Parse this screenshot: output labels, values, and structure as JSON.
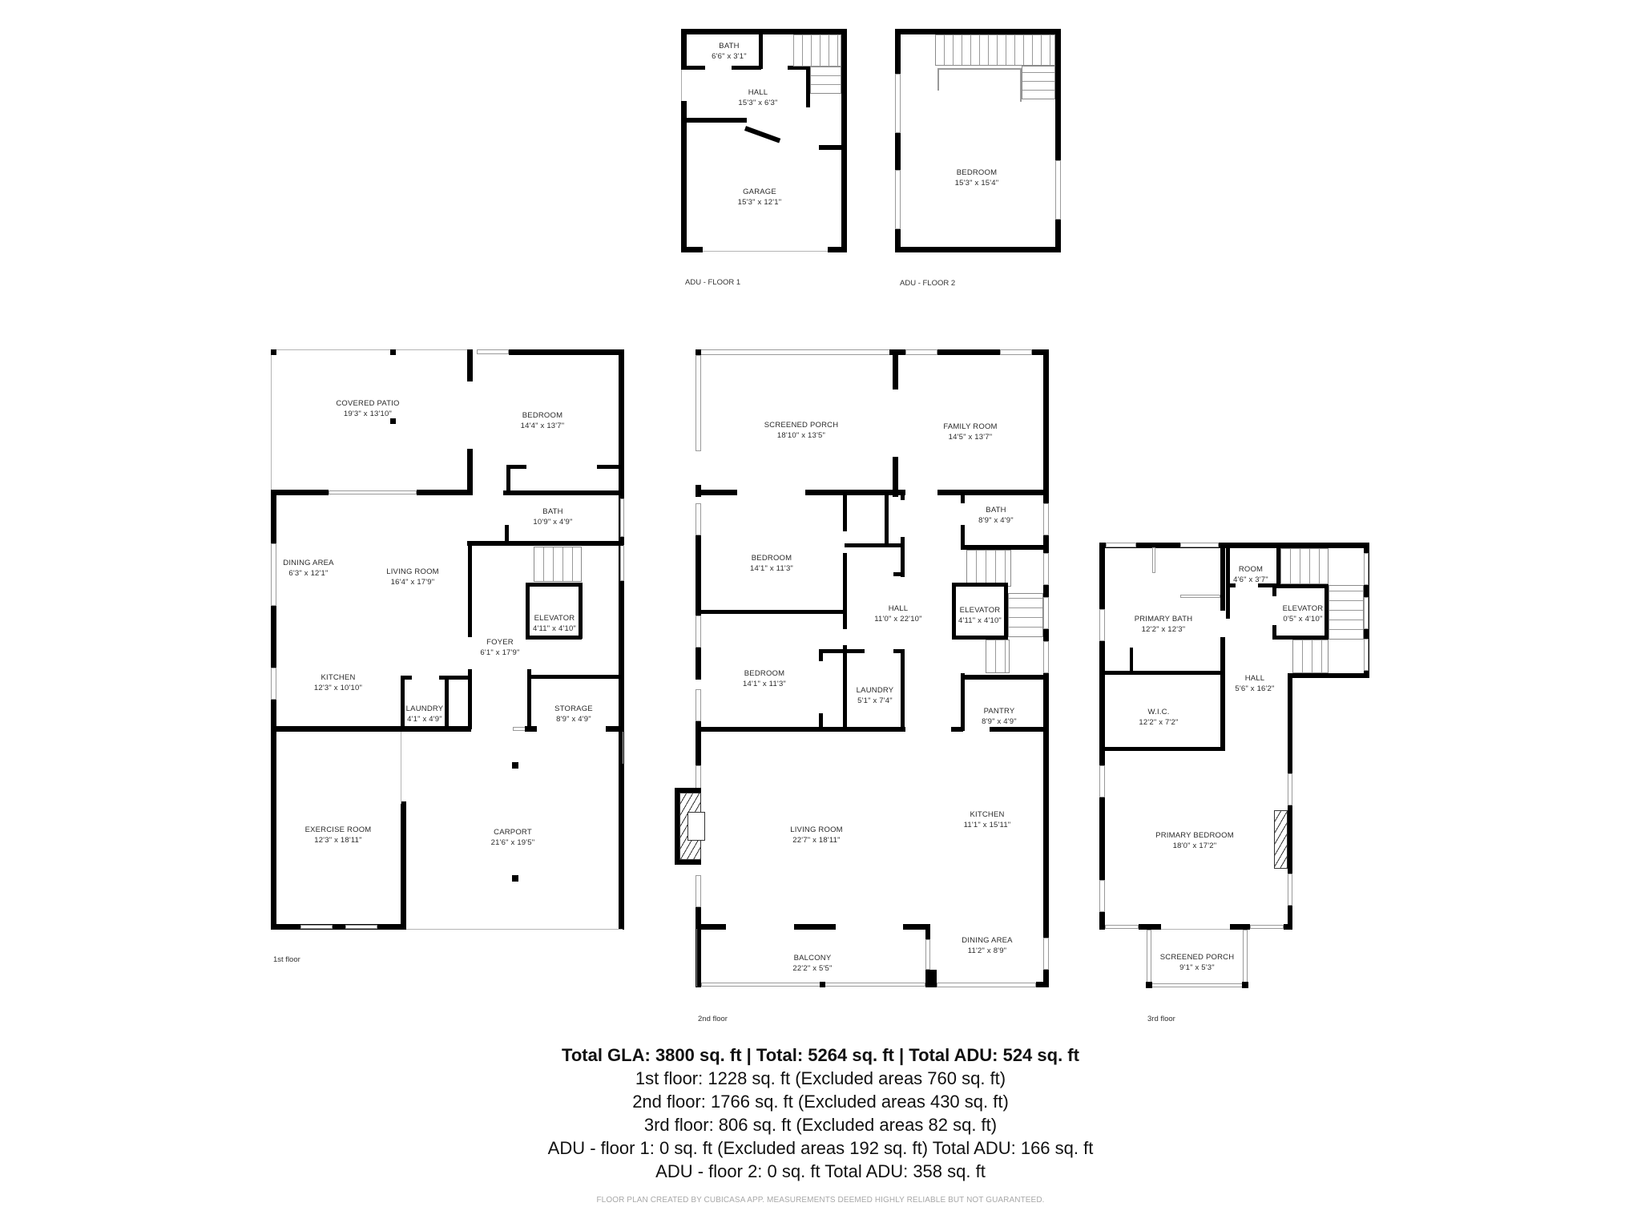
{
  "floors": {
    "adu_floor_1": {
      "label": "ADU - FLOOR 1",
      "rooms": [
        {
          "name": "BATH",
          "dims": "6'6\" x 3'1\""
        },
        {
          "name": "HALL",
          "dims": "15'3\" x 6'3\""
        },
        {
          "name": "GARAGE",
          "dims": "15'3\" x 12'1\""
        }
      ]
    },
    "adu_floor_2": {
      "label": "ADU - FLOOR 2",
      "rooms": [
        {
          "name": "BEDROOM",
          "dims": "15'3\" x 15'4\""
        }
      ]
    },
    "first_floor": {
      "label": "1st floor",
      "rooms": [
        {
          "name": "COVERED PATIO",
          "dims": "19'3\" x 13'10\""
        },
        {
          "name": "BEDROOM",
          "dims": "14'4\" x 13'7\""
        },
        {
          "name": "BATH",
          "dims": "10'9\" x 4'9\""
        },
        {
          "name": "DINING AREA",
          "dims": "6'3\" x 12'1\""
        },
        {
          "name": "LIVING ROOM",
          "dims": "16'4\" x 17'9\""
        },
        {
          "name": "ELEVATOR",
          "dims": "4'11\" x 4'10\""
        },
        {
          "name": "FOYER",
          "dims": "6'1\" x 17'9\""
        },
        {
          "name": "KITCHEN",
          "dims": "12'3\" x 10'10\""
        },
        {
          "name": "LAUNDRY",
          "dims": "4'1\" x 4'9\""
        },
        {
          "name": "STORAGE",
          "dims": "8'9\" x 4'9\""
        },
        {
          "name": "EXERCISE ROOM",
          "dims": "12'3\" x 18'11\""
        },
        {
          "name": "CARPORT",
          "dims": "21'6\" x 19'5\""
        }
      ]
    },
    "second_floor": {
      "label": "2nd floor",
      "rooms": [
        {
          "name": "SCREENED PORCH",
          "dims": "18'10\" x 13'5\""
        },
        {
          "name": "FAMILY ROOM",
          "dims": "14'5\" x 13'7\""
        },
        {
          "name": "BATH",
          "dims": "8'9\" x 4'9\""
        },
        {
          "name": "BEDROOM",
          "dims": "14'1\" x 11'3\""
        },
        {
          "name": "HALL",
          "dims": "11'0\" x 22'10\""
        },
        {
          "name": "ELEVATOR",
          "dims": "4'11\" x 4'10\""
        },
        {
          "name": "BEDROOM",
          "dims": "14'1\" x 11'3\""
        },
        {
          "name": "LAUNDRY",
          "dims": "5'1\" x 7'4\""
        },
        {
          "name": "PANTRY",
          "dims": "8'9\" x 4'9\""
        },
        {
          "name": "LIVING ROOM",
          "dims": "22'7\" x 18'11\""
        },
        {
          "name": "KITCHEN",
          "dims": "11'1\" x 15'11\""
        },
        {
          "name": "BALCONY",
          "dims": "22'2\" x 5'5\""
        },
        {
          "name": "DINING AREA",
          "dims": "11'2\" x 8'9\""
        }
      ]
    },
    "third_floor": {
      "label": "3rd floor",
      "rooms": [
        {
          "name": "ROOM",
          "dims": "4'6\" x 3'7\""
        },
        {
          "name": "ELEVATOR",
          "dims": "0'5\" x 4'10\""
        },
        {
          "name": "PRIMARY BATH",
          "dims": "12'2\" x 12'3\""
        },
        {
          "name": "HALL",
          "dims": "5'6\" x 16'2\""
        },
        {
          "name": "W.I.C.",
          "dims": "12'2\" x 7'2\""
        },
        {
          "name": "PRIMARY BEDROOM",
          "dims": "18'0\" x 17'2\""
        },
        {
          "name": "SCREENED PORCH",
          "dims": "9'1\" x 5'3\""
        }
      ]
    }
  },
  "summary": {
    "total_line": "Total GLA: 3800 sq. ft | Total: 5264 sq. ft | Total ADU: 524 sq. ft",
    "lines": [
      "1st floor: 1228 sq. ft (Excluded areas 760 sq. ft)",
      "2nd floor: 1766 sq. ft (Excluded areas 430 sq. ft)",
      "3rd floor: 806 sq. ft (Excluded areas 82 sq. ft)",
      "ADU - floor 1: 0 sq. ft (Excluded areas 192 sq. ft) Total ADU: 166 sq. ft",
      "ADU - floor 2: 0 sq. ft Total ADU: 358 sq. ft"
    ],
    "disclaimer": "FLOOR PLAN CREATED BY CUBICASA APP. MEASUREMENTS DEEMED HIGHLY RELIABLE BUT NOT GUARANTEED."
  }
}
